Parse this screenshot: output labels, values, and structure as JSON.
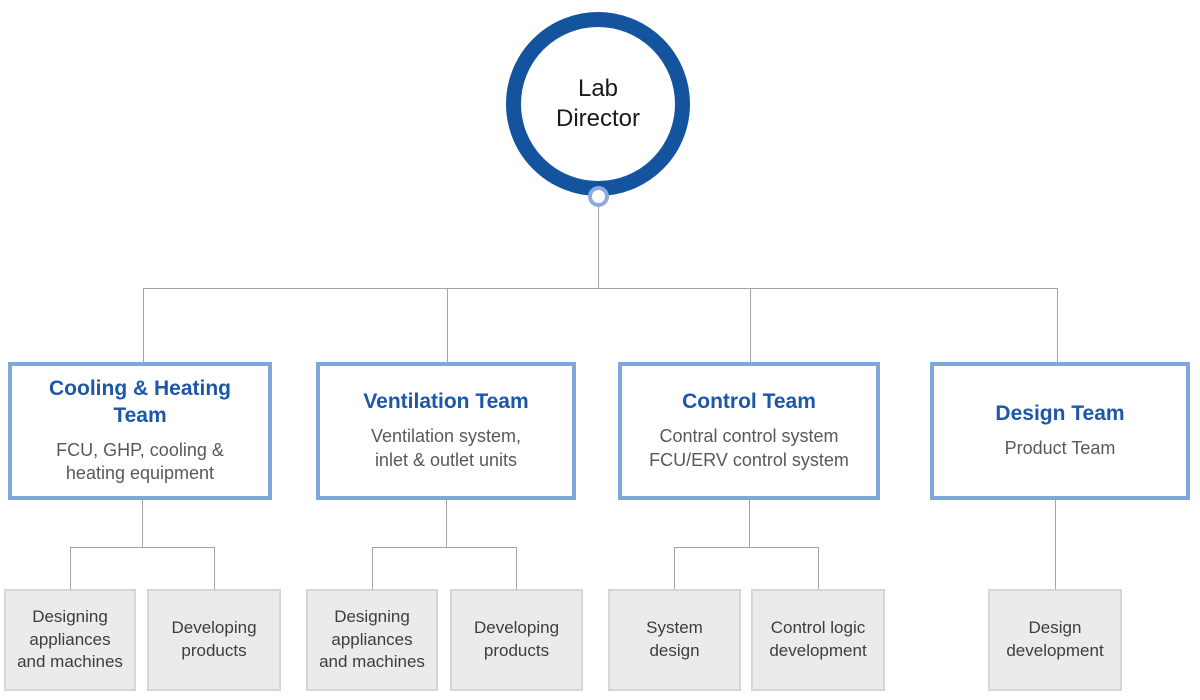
{
  "root": {
    "label": "Lab\nDirector"
  },
  "teams": [
    {
      "title": "Cooling & Heating\nTeam",
      "desc": "FCU, GHP, cooling &\nheating equipment"
    },
    {
      "title": "Ventilation Team",
      "desc": "Ventilation system,\ninlet & outlet units"
    },
    {
      "title": "Control Team",
      "desc": "Contral control system\nFCU/ERV control system"
    },
    {
      "title": "Design Team",
      "desc": "Product Team"
    }
  ],
  "sub_teams": [
    {
      "label": "Designing\nappliances\nand machines"
    },
    {
      "label": "Developing\nproducts"
    },
    {
      "label": "Designing\nappliances\nand machines"
    },
    {
      "label": "Developing\nproducts"
    },
    {
      "label": "System\ndesign"
    },
    {
      "label": "Control logic\ndevelopment"
    },
    {
      "label": "Design\ndevelopment"
    }
  ],
  "colors": {
    "accent_dark": "#14549e",
    "accent_blue": "#1c57a8",
    "box_border": "#7ea7db",
    "muted_text": "#595959",
    "line_gray": "#a3a3a3",
    "child_bg": "#ebebeb",
    "child_border": "#d6d6d6",
    "child_text": "#3d3d3d",
    "node_ring": "#8eabdd"
  }
}
